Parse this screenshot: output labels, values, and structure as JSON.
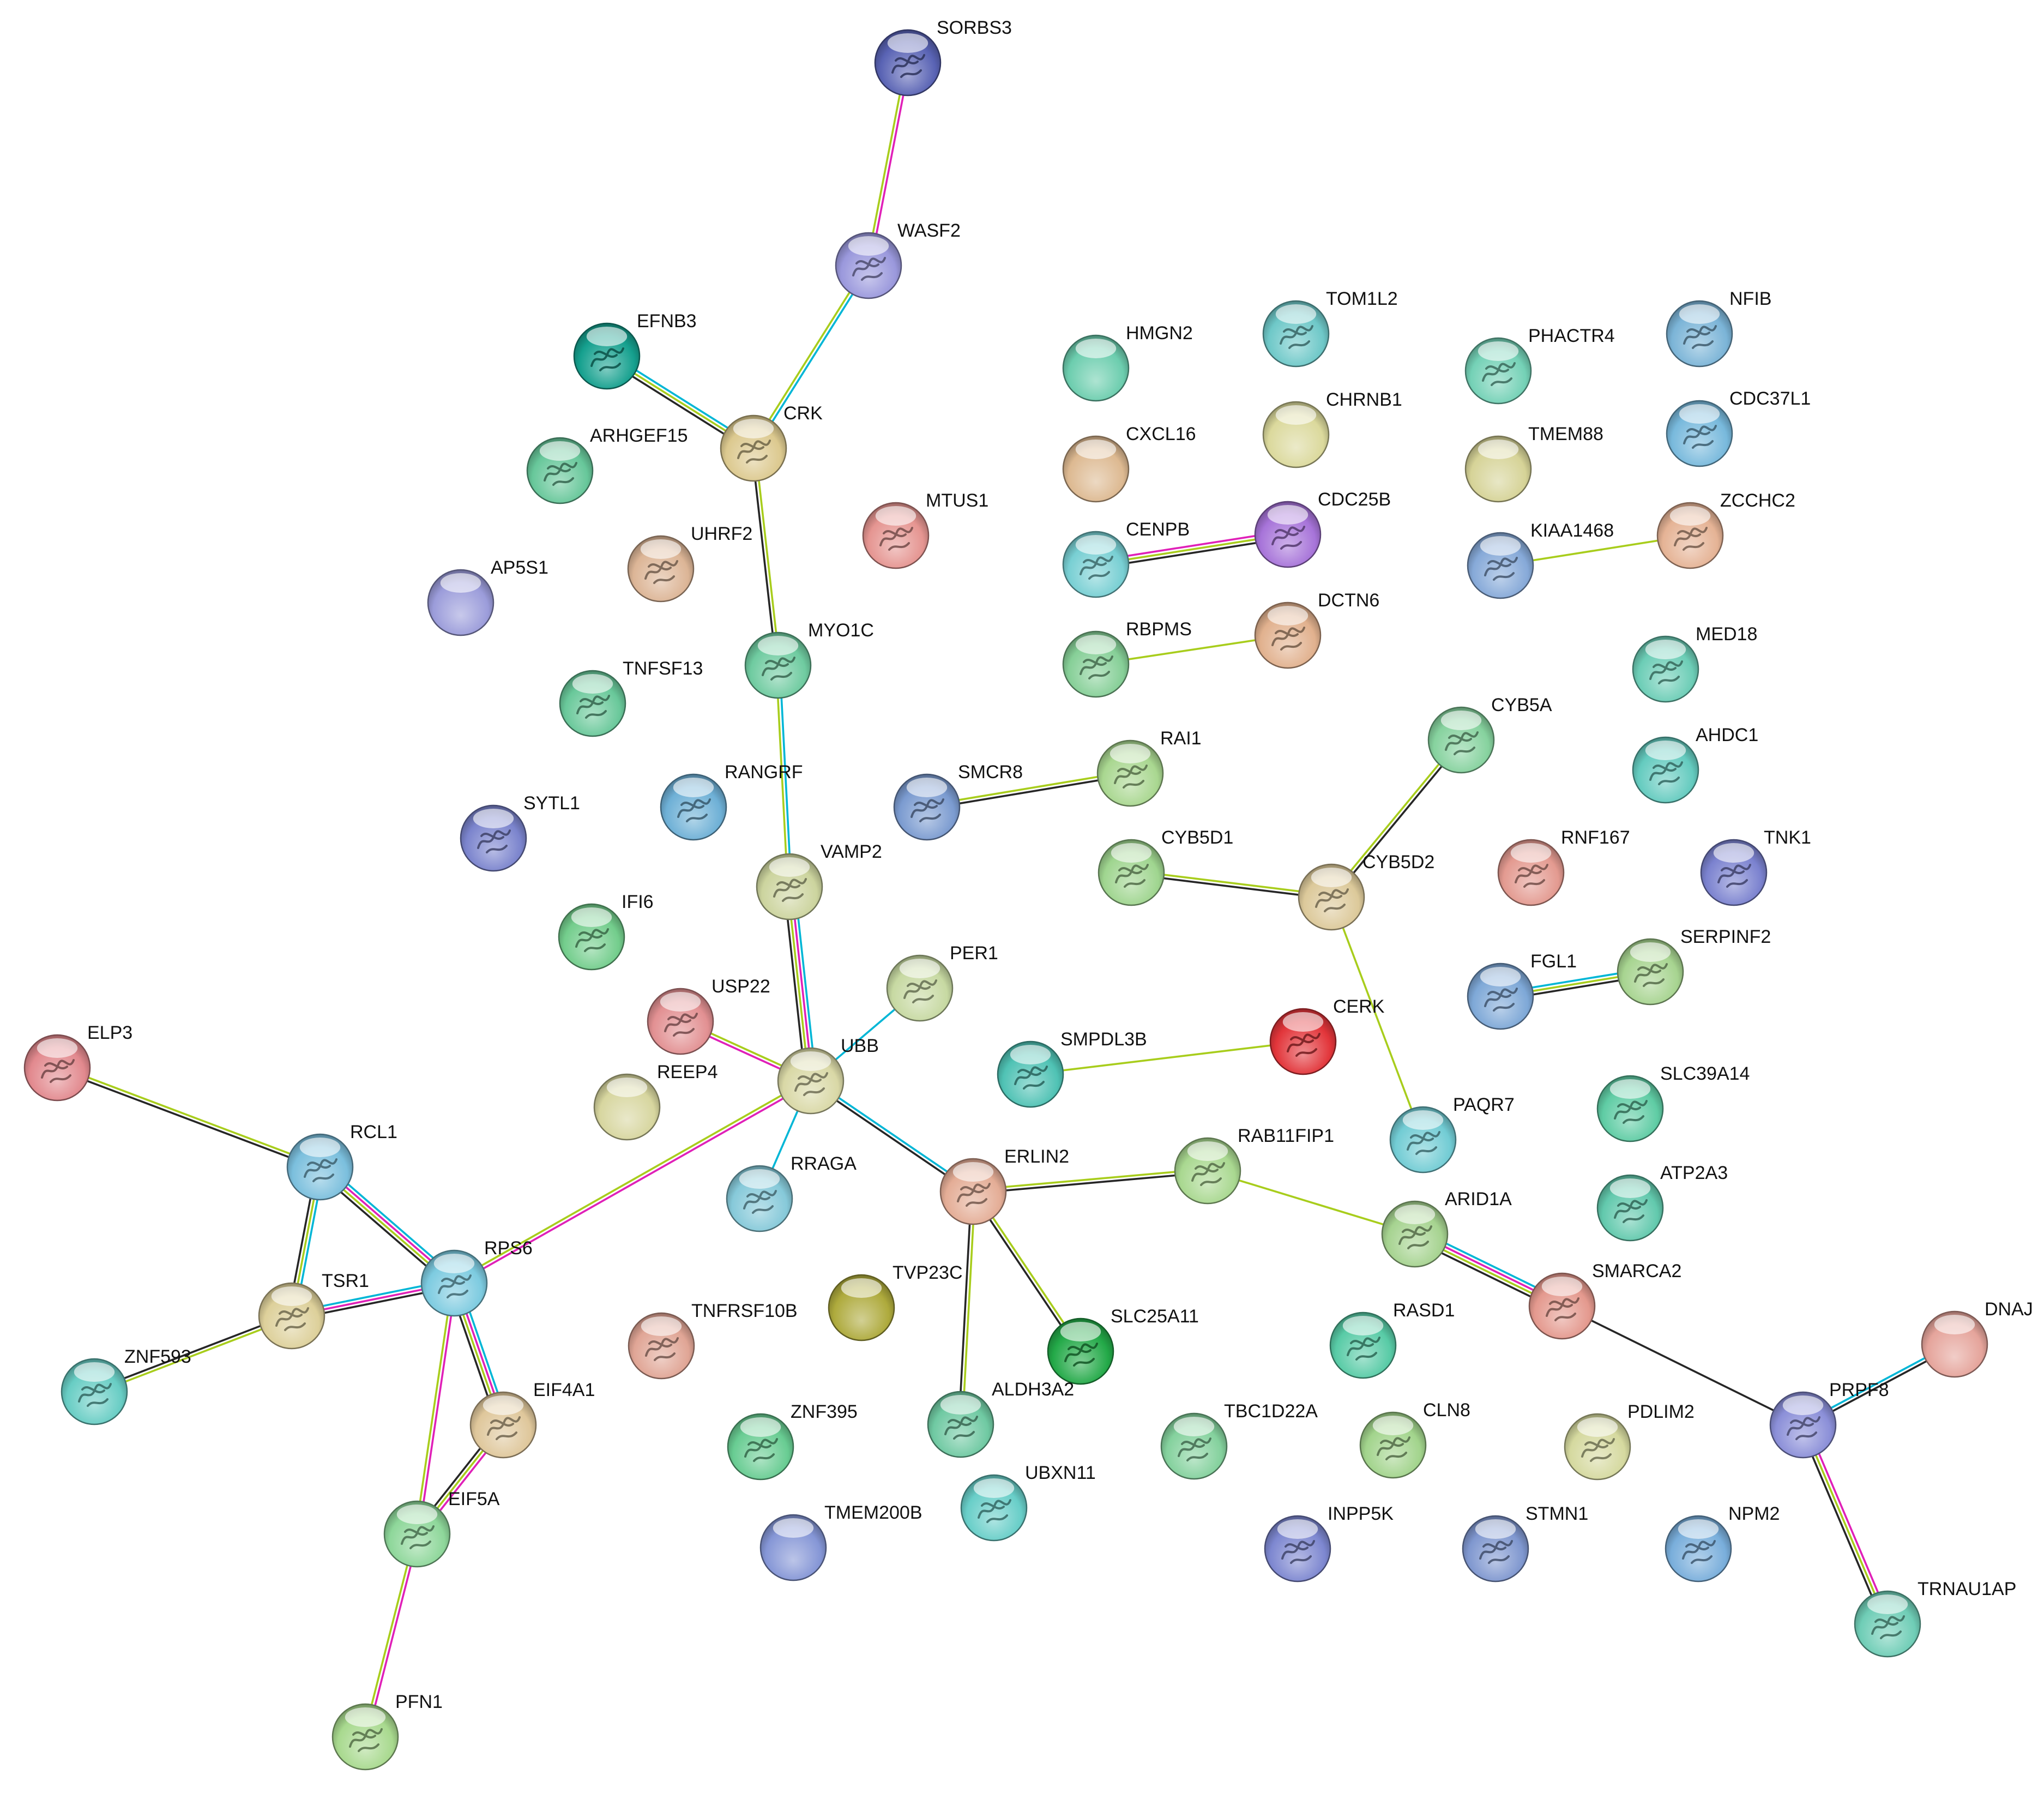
{
  "edge_colors": {
    "database": "#00b6d6",
    "experiment": "#e020b8",
    "textmining": "#a8cd1c",
    "coexpression": "#262626"
  },
  "nodes": [
    {
      "id": "SORBS3",
      "color": "#5963b4",
      "icon": "structure"
    },
    {
      "id": "WASF2",
      "color": "#9a98dc",
      "icon": "structure"
    },
    {
      "id": "EFNB3",
      "color": "#15a08e",
      "icon": "structure"
    },
    {
      "id": "CRK",
      "color": "#dcc98f",
      "icon": "structure"
    },
    {
      "id": "ARHGEF15",
      "color": "#67c79a",
      "icon": "structure"
    },
    {
      "id": "AP5S1",
      "color": "#9b9cda",
      "icon": "none"
    },
    {
      "id": "UHRF2",
      "color": "#dcb596",
      "icon": "structure"
    },
    {
      "id": "MTUS1",
      "color": "#e59591",
      "icon": "structure"
    },
    {
      "id": "MYO1C",
      "color": "#6fcba0",
      "icon": "structure"
    },
    {
      "id": "TNFSF13",
      "color": "#69c89a",
      "icon": "structure"
    },
    {
      "id": "RANGRF",
      "color": "#6eb0d6",
      "icon": "structure"
    },
    {
      "id": "SYTL1",
      "color": "#7b84cd",
      "icon": "structure"
    },
    {
      "id": "VAMP2",
      "color": "#ccd49e",
      "icon": "structure"
    },
    {
      "id": "IFI6",
      "color": "#73cd8c",
      "icon": "structure"
    },
    {
      "id": "USP22",
      "color": "#e29092",
      "icon": "structure"
    },
    {
      "id": "PER1",
      "color": "#c7d9a2",
      "icon": "structure"
    },
    {
      "id": "REEP4",
      "color": "#d7d69f",
      "icon": "none"
    },
    {
      "id": "UBB",
      "color": "#d9d8a6",
      "icon": "structure"
    },
    {
      "id": "ELP3",
      "color": "#e2898e",
      "icon": "structure"
    },
    {
      "id": "RCL1",
      "color": "#7bbfdd",
      "icon": "structure"
    },
    {
      "id": "RRAGA",
      "color": "#86c9d9",
      "icon": "structure"
    },
    {
      "id": "RPS6",
      "color": "#7dcbe0",
      "icon": "structure"
    },
    {
      "id": "TSR1",
      "color": "#ddd09a",
      "icon": "structure"
    },
    {
      "id": "ZNF593",
      "color": "#68cdc4",
      "icon": "structure"
    },
    {
      "id": "EIF4A1",
      "color": "#dfc79b",
      "icon": "structure"
    },
    {
      "id": "EIF5A",
      "color": "#8ed79a",
      "icon": "structure"
    },
    {
      "id": "PFN1",
      "color": "#a8d98e",
      "icon": "structure"
    },
    {
      "id": "TNFRSF10B",
      "color": "#e0a595",
      "icon": "structure"
    },
    {
      "id": "TVP23C",
      "color": "#aeaa3c",
      "icon": "none"
    },
    {
      "id": "ERLIN2",
      "color": "#e4ad96",
      "icon": "structure"
    },
    {
      "id": "SLC25A11",
      "color": "#23a948",
      "icon": "structure"
    },
    {
      "id": "ALDH3A2",
      "color": "#6fc9a2",
      "icon": "structure"
    },
    {
      "id": "ZNF395",
      "color": "#68cc92",
      "icon": "structure"
    },
    {
      "id": "UBXN11",
      "color": "#68cec8",
      "icon": "structure"
    },
    {
      "id": "TMEM200B",
      "color": "#8596d6",
      "icon": "none"
    },
    {
      "id": "HMGN2",
      "color": "#6ccdae",
      "icon": "none"
    },
    {
      "id": "CXCL16",
      "color": "#ddb991",
      "icon": "none"
    },
    {
      "id": "CENPB",
      "color": "#78cfd3",
      "icon": "structure"
    },
    {
      "id": "RBPMS",
      "color": "#86cf97",
      "icon": "structure"
    },
    {
      "id": "TOM1L2",
      "color": "#6ec8c8",
      "icon": "structure"
    },
    {
      "id": "CHRNB1",
      "color": "#dbd99c",
      "icon": "none"
    },
    {
      "id": "CDC25B",
      "color": "#a774d9",
      "icon": "structure"
    },
    {
      "id": "DCTN6",
      "color": "#e1b18e",
      "icon": "structure"
    },
    {
      "id": "SMCR8",
      "color": "#7b9bd0",
      "icon": "structure"
    },
    {
      "id": "RAI1",
      "color": "#a9d790",
      "icon": "structure"
    },
    {
      "id": "CYB5D1",
      "color": "#9fd58f",
      "icon": "structure"
    },
    {
      "id": "CYB5D2",
      "color": "#dcc99a",
      "icon": "structure"
    },
    {
      "id": "CYB5A",
      "color": "#86d29e",
      "icon": "structure"
    },
    {
      "id": "CERK",
      "color": "#e2353a",
      "icon": "structure"
    },
    {
      "id": "SMPDL3B",
      "color": "#4fc2b4",
      "icon": "structure"
    },
    {
      "id": "PAQR7",
      "color": "#72ccd4",
      "icon": "structure"
    },
    {
      "id": "RAB11FIP1",
      "color": "#a9d890",
      "icon": "structure"
    },
    {
      "id": "PHACTR4",
      "color": "#74d1b6",
      "icon": "structure"
    },
    {
      "id": "TMEM88",
      "color": "#d6d397",
      "icon": "none"
    },
    {
      "id": "KIAA1468",
      "color": "#86a9d8",
      "icon": "structure"
    },
    {
      "id": "NFIB",
      "color": "#7bb4d7",
      "icon": "structure"
    },
    {
      "id": "CDC37L1",
      "color": "#78b9dc",
      "icon": "structure"
    },
    {
      "id": "ZCCHC2",
      "color": "#e5b395",
      "icon": "structure"
    },
    {
      "id": "MED18",
      "color": "#6ccdb6",
      "icon": "structure"
    },
    {
      "id": "AHDC1",
      "color": "#64cbbf",
      "icon": "structure"
    },
    {
      "id": "RNF167",
      "color": "#e39a90",
      "icon": "structure"
    },
    {
      "id": "TNK1",
      "color": "#7b82cf",
      "icon": "structure"
    },
    {
      "id": "FGL1",
      "color": "#7ea8d7",
      "icon": "structure"
    },
    {
      "id": "SERPINF2",
      "color": "#a7d490",
      "icon": "structure"
    },
    {
      "id": "SLC39A14",
      "color": "#5fcca4",
      "icon": "structure"
    },
    {
      "id": "ATP2A3",
      "color": "#62c9ad",
      "icon": "structure"
    },
    {
      "id": "ARID1A",
      "color": "#a6d390",
      "icon": "structure"
    },
    {
      "id": "SMARCA2",
      "color": "#e4998e",
      "icon": "structure"
    },
    {
      "id": "RASD1",
      "color": "#58cba6",
      "icon": "structure"
    },
    {
      "id": "TBC1D22A",
      "color": "#84d19d",
      "icon": "structure"
    },
    {
      "id": "CLN8",
      "color": "#a2d48c",
      "icon": "structure"
    },
    {
      "id": "PDLIM2",
      "color": "#d5d99f",
      "icon": "structure"
    },
    {
      "id": "INPP5K",
      "color": "#7d87d0",
      "icon": "structure"
    },
    {
      "id": "STMN1",
      "color": "#7f97cf",
      "icon": "structure"
    },
    {
      "id": "NPM2",
      "color": "#79aedb",
      "icon": "structure"
    },
    {
      "id": "DNAJ",
      "color": "#e5a49b",
      "icon": "none"
    },
    {
      "id": "PRPF8",
      "color": "#8b8fd8",
      "icon": "structure"
    },
    {
      "id": "TRNAU1AP",
      "color": "#6fcdb6",
      "icon": "structure"
    }
  ],
  "edges": [
    {
      "a": "SORBS3",
      "b": "WASF2",
      "types": [
        "experiment",
        "textmining"
      ]
    },
    {
      "a": "WASF2",
      "b": "CRK",
      "types": [
        "database",
        "textmining"
      ]
    },
    {
      "a": "EFNB3",
      "b": "CRK",
      "types": [
        "database",
        "textmining",
        "coexpression"
      ]
    },
    {
      "a": "CRK",
      "b": "MYO1C",
      "types": [
        "textmining",
        "coexpression"
      ]
    },
    {
      "a": "MYO1C",
      "b": "VAMP2",
      "types": [
        "database",
        "textmining"
      ]
    },
    {
      "a": "VAMP2",
      "b": "UBB",
      "types": [
        "database",
        "experiment",
        "textmining",
        "coexpression"
      ]
    },
    {
      "a": "UBB",
      "b": "PER1",
      "types": [
        "database"
      ]
    },
    {
      "a": "UBB",
      "b": "USP22",
      "types": [
        "experiment",
        "textmining"
      ]
    },
    {
      "a": "UBB",
      "b": "RRAGA",
      "types": [
        "database"
      ]
    },
    {
      "a": "UBB",
      "b": "ERLIN2",
      "types": [
        "database",
        "coexpression"
      ]
    },
    {
      "a": "UBB",
      "b": "RPS6",
      "types": [
        "experiment",
        "textmining"
      ]
    },
    {
      "a": "ELP3",
      "b": "RCL1",
      "types": [
        "textmining",
        "coexpression"
      ]
    },
    {
      "a": "RCL1",
      "b": "RPS6",
      "types": [
        "database",
        "experiment",
        "textmining",
        "coexpression"
      ]
    },
    {
      "a": "RCL1",
      "b": "TSR1",
      "types": [
        "database",
        "textmining",
        "coexpression"
      ]
    },
    {
      "a": "TSR1",
      "b": "RPS6",
      "types": [
        "database",
        "experiment",
        "coexpression"
      ]
    },
    {
      "a": "TSR1",
      "b": "ZNF593",
      "types": [
        "textmining",
        "coexpression"
      ]
    },
    {
      "a": "RPS6",
      "b": "EIF4A1",
      "types": [
        "database",
        "experiment",
        "textmining",
        "coexpression"
      ]
    },
    {
      "a": "RPS6",
      "b": "EIF5A",
      "types": [
        "experiment",
        "textmining"
      ]
    },
    {
      "a": "EIF4A1",
      "b": "EIF5A",
      "types": [
        "experiment",
        "textmining",
        "coexpression"
      ]
    },
    {
      "a": "EIF5A",
      "b": "PFN1",
      "types": [
        "experiment",
        "textmining"
      ]
    },
    {
      "a": "ERLIN2",
      "b": "RAB11FIP1",
      "types": [
        "textmining",
        "coexpression"
      ]
    },
    {
      "a": "ERLIN2",
      "b": "SLC25A11",
      "types": [
        "textmining",
        "coexpression"
      ]
    },
    {
      "a": "ERLIN2",
      "b": "ALDH3A2",
      "types": [
        "textmining",
        "coexpression"
      ]
    },
    {
      "a": "RAB11FIP1",
      "b": "ARID1A",
      "types": [
        "textmining"
      ]
    },
    {
      "a": "ARID1A",
      "b": "SMARCA2",
      "types": [
        "database",
        "experiment",
        "textmining",
        "coexpression"
      ]
    },
    {
      "a": "SMARCA2",
      "b": "PRPF8",
      "types": [
        "coexpression"
      ]
    },
    {
      "a": "PRPF8",
      "b": "DNAJ",
      "types": [
        "database",
        "coexpression"
      ]
    },
    {
      "a": "PRPF8",
      "b": "TRNAU1AP",
      "types": [
        "experiment",
        "textmining",
        "coexpression"
      ]
    },
    {
      "a": "CENPB",
      "b": "CDC25B",
      "types": [
        "experiment",
        "textmining",
        "coexpression"
      ]
    },
    {
      "a": "RBPMS",
      "b": "DCTN6",
      "types": [
        "textmining"
      ]
    },
    {
      "a": "SMCR8",
      "b": "RAI1",
      "types": [
        "textmining",
        "coexpression"
      ]
    },
    {
      "a": "CYB5D1",
      "b": "CYB5D2",
      "types": [
        "textmining",
        "coexpression"
      ]
    },
    {
      "a": "CYB5D2",
      "b": "CYB5A",
      "types": [
        "textmining",
        "coexpression"
      ]
    },
    {
      "a": "CYB5D2",
      "b": "PAQR7",
      "types": [
        "textmining"
      ]
    },
    {
      "a": "SMPDL3B",
      "b": "CERK",
      "types": [
        "textmining"
      ]
    },
    {
      "a": "KIAA1468",
      "b": "ZCCHC2",
      "types": [
        "textmining"
      ]
    },
    {
      "a": "FGL1",
      "b": "SERPINF2",
      "types": [
        "database",
        "textmining",
        "coexpression"
      ]
    }
  ]
}
